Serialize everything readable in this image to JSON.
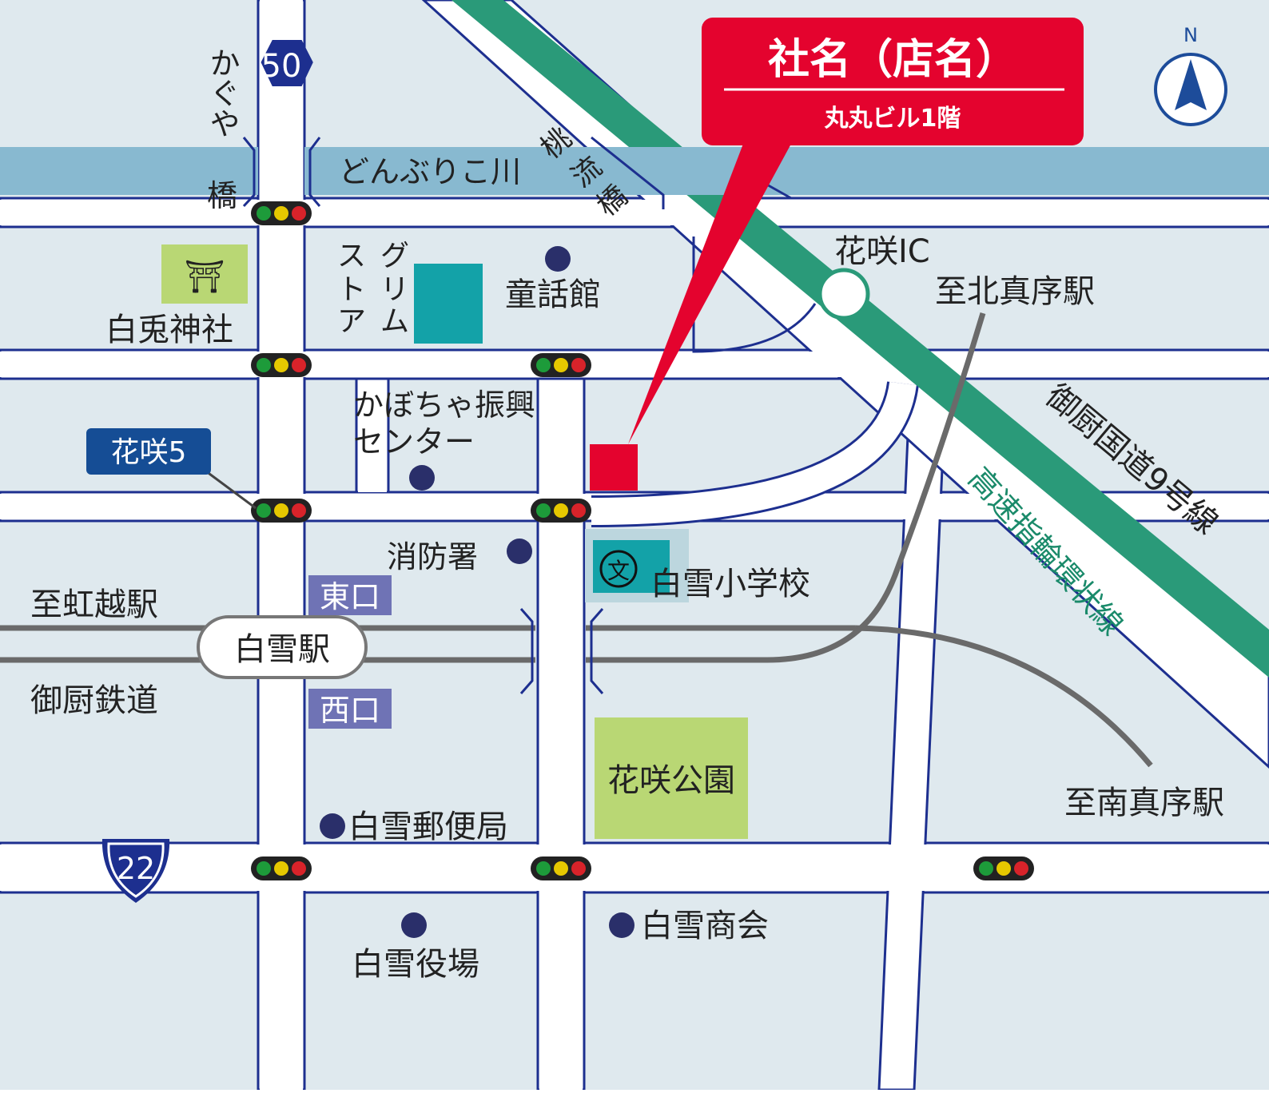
{
  "callout": {
    "title": "社名（店名）",
    "subtitle": "丸丸ビル1階"
  },
  "compass": {
    "label": "N"
  },
  "route_shields": {
    "r50": "50",
    "r22": "22"
  },
  "river": {
    "label": "どんぶりこ川"
  },
  "bridges": {
    "kaguya_line1": "かぐや",
    "kaguya_line2": "橋",
    "toryu_line1": "桃",
    "toryu_line2": "流",
    "toryu_line3": "橋"
  },
  "landmarks": {
    "shrine": "白兎神社",
    "shrine_symbol": "⛩",
    "grimm_line1": "グ",
    "grimm_line2": "リ",
    "grimm_line3": "ム",
    "store_line1": "ス",
    "store_line2": "ト",
    "store_line3": "ア",
    "dowakan": "童話館",
    "kabocha_line1": "かぼちゃ振興",
    "kabocha_line2": "センター",
    "fire_station": "消防署",
    "school": "白雪小学校",
    "school_symbol": "文",
    "park": "花咲公園",
    "post_office": "白雪郵便局",
    "town_office": "白雪役場",
    "shopping_assoc": "白雪商会"
  },
  "interchange": {
    "label": "花咲IC"
  },
  "directions": {
    "kitamasago": "至北真序駅",
    "minamimasago": "至南真序駅",
    "nijikoshi": "至虹越駅"
  },
  "roads": {
    "national9": "御厨国道9号線",
    "ring": "高速指輪環状線"
  },
  "railway": {
    "name": "御厨鉄道",
    "station": "白雪駅",
    "east_exit": "東口",
    "west_exit": "西口"
  },
  "intersection": {
    "label": "花咲5"
  },
  "colors": {
    "block": "#dfe9ee",
    "road": "#ffffff",
    "road_edge": "#1d2f8f",
    "river": "#88b9d0",
    "highway": "#2a9a79",
    "callout": "#e4032e",
    "park": "#b9d774",
    "building": "#13a2a8",
    "dot": "#2a2f6a",
    "exit": "#6f73b5",
    "badge": "#154d95",
    "rail": "#6a6a6a"
  }
}
